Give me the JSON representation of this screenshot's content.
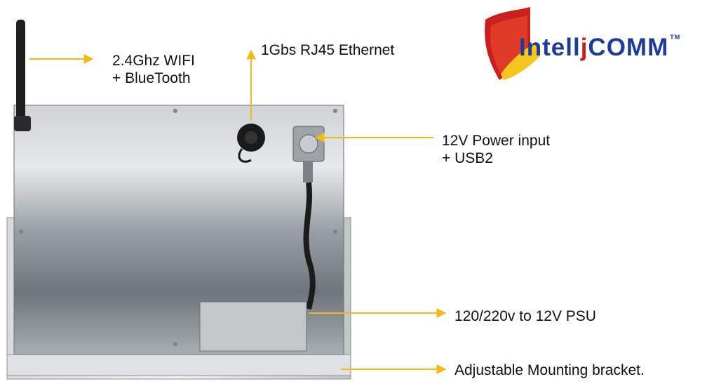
{
  "labels": {
    "wifi": [
      "2.4Ghz WIFI",
      "+ BlueTooth"
    ],
    "ethernet": [
      "1Gbs RJ45 Ethernet"
    ],
    "power": [
      "12V Power input",
      "+ USB2"
    ],
    "psu": [
      "120/220v to 12V PSU"
    ],
    "bracket": [
      "Adjustable Mounting bracket."
    ]
  },
  "logo": {
    "part1": "Intell",
    "part2": "j",
    "part3": "COMM",
    "tm": "TM"
  },
  "colors": {
    "arrow": "#f5b81c",
    "logo_blue": "#1f3d93",
    "logo_red": "#c8201e",
    "logo_yellow": "#f7c51f",
    "panel": "#b9bec2"
  }
}
